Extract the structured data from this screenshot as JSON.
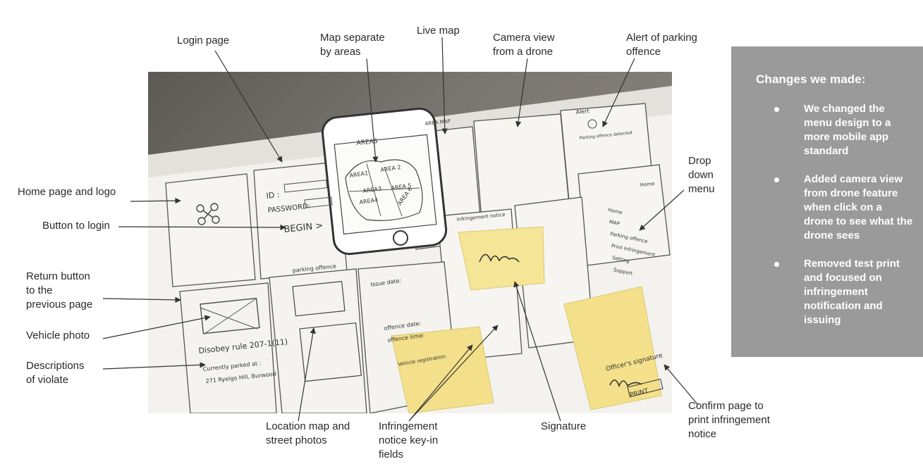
{
  "labels": {
    "login_page": "Login page",
    "map_separate": "Map separate\nby areas",
    "live_map": "Live map",
    "camera_view": "Camera view\nfrom a drone",
    "alert_parking": "Alert of parking\noffence",
    "home_page_logo": "Home page and logo",
    "button_login": "Button to login",
    "return_button": "Return button\nto the\nprevious page",
    "vehicle_photo": "Vehicle photo",
    "descriptions": "Descriptions\nof violate",
    "location_map": "Location map and\nstreet photos",
    "infringement_fields": "Infringement\nnotice key-in\nfields",
    "signature": "Signature",
    "confirm_page": "Confirm page to\nprint infringement\nnotice",
    "drop_down": "Drop\ndown\nmenu"
  },
  "sketch": {
    "areas_title": "AREAS",
    "area_1": "AREA1",
    "area_2": "AREA 2",
    "area_3": "AREA3",
    "area_4": "AREA4",
    "area_5": "AREA 5",
    "area_6": "AREA 6",
    "id_label": "ID :",
    "password_label": "PASSWORD:",
    "begin": "BEGIN >",
    "alert": "Alert",
    "parking_offence_detected": "Parking offence detected",
    "area_map": "AREA MAP",
    "parking_offence": "parking offence",
    "infringement_notice": "Infringement notice",
    "disobey_rule": "Disobey rule 207-1(11)",
    "currently_parked": "Currently parked at :",
    "address": "271 Ryelgo Hill, Burwood",
    "issue_date": "Issue date:",
    "offence_date": "offence date:",
    "offence_time": "offence time:",
    "vehicle_registration": "Vehicle registration:",
    "officer_signature": "Officer's signature",
    "print": "PRINT",
    "home": "Home",
    "menu_items": [
      "Home",
      "MAP",
      "Parking offence",
      "Print Infringement",
      "Setting",
      "Support"
    ]
  },
  "panel": {
    "title": "Changes we made:",
    "items": [
      "We changed the menu design to a more mobile app standard",
      "Added camera view from drone feature when click on a drone to see what the drone sees",
      "Removed test print and focused on infringement notification and issuing"
    ],
    "background": "#9a9a9a"
  }
}
